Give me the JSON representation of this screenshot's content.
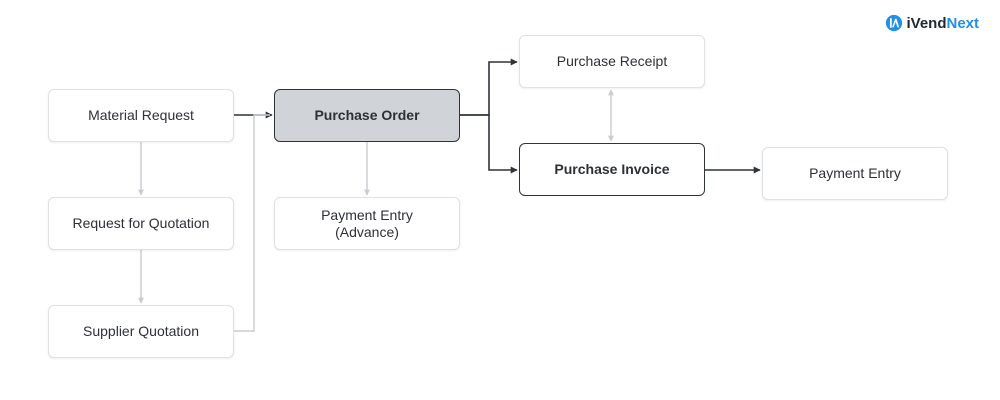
{
  "brand": {
    "logo": "iVendNext",
    "name_prefix": "iVend",
    "name_suffix": "Next",
    "accent_color": "#1f8fe8",
    "text_color": "#1e2733"
  },
  "colors": {
    "primary_edge": "#2f343b",
    "secondary_edge": "#c8ccd1",
    "current_fill": "#d0d4d9"
  },
  "nodes": [
    {
      "id": "material_request",
      "lines": [
        "Material Request"
      ],
      "style": "normal"
    },
    {
      "id": "request_for_quotation",
      "lines": [
        "Request for Quotation"
      ],
      "style": "normal"
    },
    {
      "id": "supplier_quotation",
      "lines": [
        "Supplier Quotation"
      ],
      "style": "normal"
    },
    {
      "id": "purchase_order",
      "lines": [
        "Purchase Order"
      ],
      "style": "current"
    },
    {
      "id": "payment_entry_advance",
      "lines": [
        "Payment Entry",
        "(Advance)"
      ],
      "style": "normal"
    },
    {
      "id": "purchase_receipt",
      "lines": [
        "Purchase Receipt"
      ],
      "style": "normal"
    },
    {
      "id": "purchase_invoice",
      "lines": [
        "Purchase Invoice"
      ],
      "style": "bold"
    },
    {
      "id": "payment_entry",
      "lines": [
        "Payment Entry"
      ],
      "style": "normal"
    }
  ],
  "edges": [
    {
      "from": "material_request",
      "to": "purchase_order",
      "style": "primary",
      "arrow": "end"
    },
    {
      "from": "material_request",
      "to": "request_for_quotation",
      "style": "secondary",
      "arrow": "end"
    },
    {
      "from": "request_for_quotation",
      "to": "supplier_quotation",
      "style": "secondary",
      "arrow": "end"
    },
    {
      "from": "supplier_quotation",
      "to": "purchase_order",
      "style": "secondary",
      "arrow": "none"
    },
    {
      "from": "purchase_order",
      "to": "payment_entry_advance",
      "style": "secondary",
      "arrow": "end"
    },
    {
      "from": "purchase_order",
      "to": "purchase_receipt",
      "style": "primary",
      "arrow": "end"
    },
    {
      "from": "purchase_order",
      "to": "purchase_invoice",
      "style": "primary",
      "arrow": "end"
    },
    {
      "from": "purchase_receipt",
      "to": "purchase_invoice",
      "style": "secondary",
      "arrow": "both"
    },
    {
      "from": "purchase_invoice",
      "to": "payment_entry",
      "style": "primary",
      "arrow": "end"
    }
  ]
}
